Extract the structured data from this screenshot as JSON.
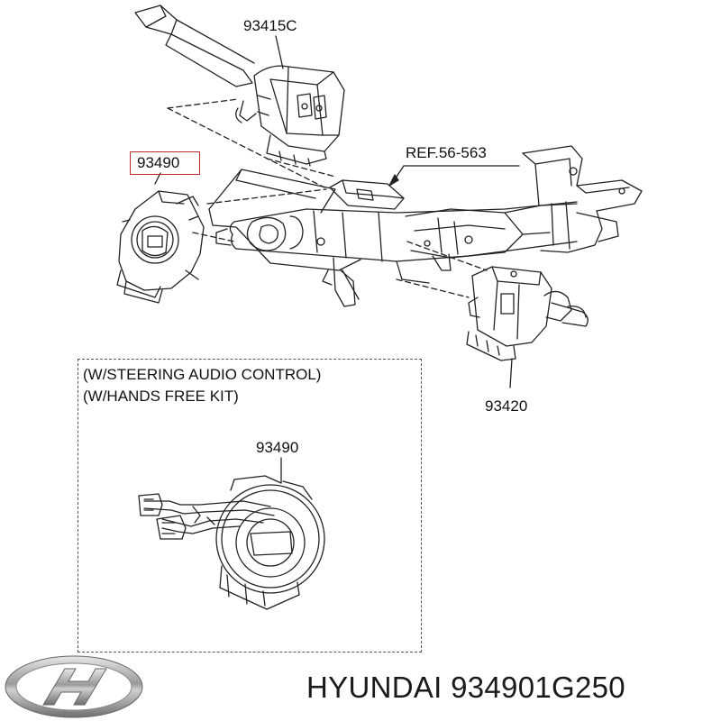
{
  "callouts": {
    "multifunction_switch": "93415C",
    "clock_spring_main": "93490",
    "reference": "REF.56-563",
    "wiper_switch": "93420",
    "clock_spring_option": "93490"
  },
  "option_notes": {
    "line1": "(W/STEERING AUDIO CONTROL)",
    "line2": "(W/HANDS FREE KIT)"
  },
  "footer": {
    "brand": "HYUNDAI",
    "part_number": "934901G250"
  },
  "colors": {
    "highlight_box": "#c0282d",
    "line_art": "#222222"
  }
}
